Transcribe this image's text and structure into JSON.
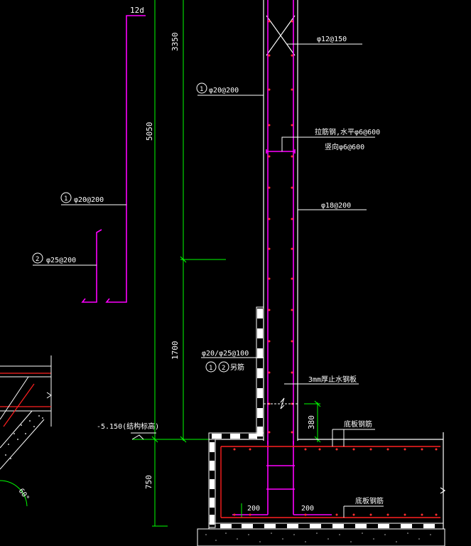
{
  "drawing": {
    "colors": {
      "background": "#000000",
      "rebar_magenta": "#ff00ff",
      "dim_green": "#00ff00",
      "leader_white": "#ffffff",
      "slab_red": "#ff0000",
      "dot_red": "#ff4040"
    },
    "labels": {
      "anchor_12d": "12d",
      "dim_3350": "3350",
      "dim_5050": "5050",
      "dim_1700": "1700",
      "dim_750": "750",
      "dim_380": "380",
      "dim_200_left": "200",
      "dim_200_right": "200",
      "tie_top": "φ12@150",
      "bar1_top_num": "1",
      "bar1_top": "φ20@200",
      "tie_horizontal": "拉筋钢,水平φ6@600",
      "tie_vertical": "竖向φ6@600",
      "bar_phi18": "φ18@200",
      "bar1_left_num": "1",
      "bar1_left": "φ20@200",
      "bar2_left_num": "2",
      "bar2_left": "φ25@200",
      "bar_splice": "φ20/φ25@100",
      "splice_num1": "1",
      "splice_num2": "2",
      "splice_note": "另筋",
      "waterstop": "3mm厚止水钢板",
      "elevation": "-5.150(结构标高)",
      "slab_top_bar": "底板钢筋",
      "slab_bottom_bar": "底板钢筋",
      "angle": "60°"
    }
  }
}
